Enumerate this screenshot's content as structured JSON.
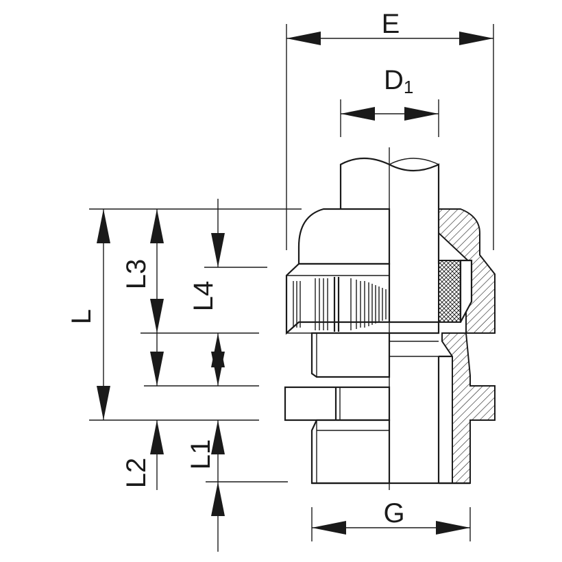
{
  "diagram": {
    "labels": {
      "E": "E",
      "D": "D",
      "D_sub": "1",
      "L": "L",
      "L1": "L1",
      "L2": "L2",
      "L3": "L3",
      "L4": "L4",
      "G": "G"
    },
    "colors": {
      "line": "#1a1a1a",
      "background": "#ffffff"
    }
  }
}
